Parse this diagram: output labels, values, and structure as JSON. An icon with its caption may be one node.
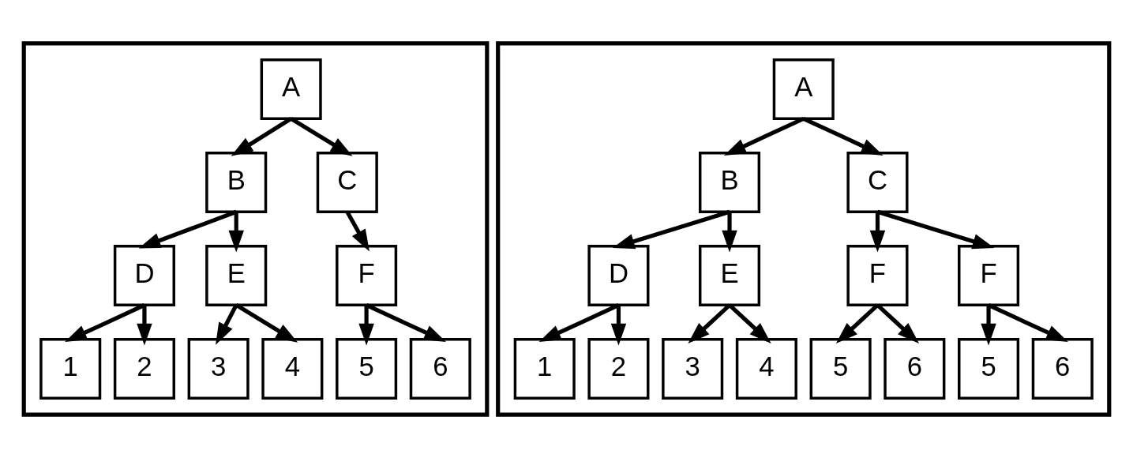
{
  "diagram": {
    "nodes": [
      {
        "text": [],
        "shape": "box"
      },
      {
        "text": [
          "A"
        ],
        "in": 0
      },
      {
        "text": [
          "B"
        ],
        "in": 0
      },
      {
        "text": [
          "C"
        ],
        "in": 0
      },
      {
        "text": [
          "D"
        ],
        "in": 0
      },
      {
        "text": [
          "E"
        ],
        "in": 0
      },
      {
        "text": [
          "F"
        ],
        "in": 0
      },
      {
        "text": [
          "1"
        ],
        "in": 0
      },
      {
        "text": [
          "2"
        ],
        "in": 0
      },
      {
        "text": [
          "3"
        ],
        "in": 0
      },
      {
        "text": [
          "4"
        ],
        "in": 0
      },
      {
        "text": [
          "5"
        ],
        "in": 0
      },
      {
        "text": [
          "6"
        ],
        "in": 0
      },
      {
        "text": [],
        "shape": "box"
      },
      {
        "text": [
          "A"
        ],
        "in": 13
      },
      {
        "text": [
          "B"
        ],
        "in": 13
      },
      {
        "text": [
          "C"
        ],
        "in": 13
      },
      {
        "text": [
          "D"
        ],
        "in": 13
      },
      {
        "text": [
          "E"
        ],
        "in": 13
      },
      {
        "text": [
          "F"
        ],
        "in": 13
      },
      {
        "text": [
          "F"
        ],
        "in": 13
      },
      {
        "text": [
          "1"
        ],
        "in": 13
      },
      {
        "text": [
          "2"
        ],
        "in": 13
      },
      {
        "text": [
          "3"
        ],
        "in": 13
      },
      {
        "text": [
          "4"
        ],
        "in": 13
      },
      {
        "text": [
          "5"
        ],
        "in": 13
      },
      {
        "text": [
          "6"
        ],
        "in": 13
      },
      {
        "text": [
          "5"
        ],
        "in": 13
      },
      {
        "text": [
          "6"
        ],
        "in": 13
      }
    ],
    "edges": [
      {
        "from": 1,
        "to": 2,
        "arrow": "to"
      },
      {
        "from": 1,
        "to": 3,
        "arrow": "to"
      },
      {
        "from": 2,
        "to": 4,
        "arrow": "to"
      },
      {
        "from": 2,
        "to": 5,
        "arrow": "to"
      },
      {
        "from": 3,
        "to": 6,
        "arrow": "to"
      },
      {
        "from": 4,
        "to": 7,
        "arrow": "to"
      },
      {
        "from": 4,
        "to": 8,
        "arrow": "to"
      },
      {
        "from": 5,
        "to": 9,
        "arrow": "to"
      },
      {
        "from": 5,
        "to": 10,
        "arrow": "to"
      },
      {
        "from": 6,
        "to": 11,
        "arrow": "to"
      },
      {
        "from": 6,
        "to": 12,
        "arrow": "to"
      },
      {
        "from": 14,
        "to": 15,
        "arrow": "to"
      },
      {
        "from": 14,
        "to": 16,
        "arrow": "to"
      },
      {
        "from": 15,
        "to": 17,
        "arrow": "to"
      },
      {
        "from": 15,
        "to": 18,
        "arrow": "to"
      },
      {
        "from": 16,
        "to": 19,
        "arrow": "to"
      },
      {
        "from": 16,
        "to": 20,
        "arrow": "to"
      },
      {
        "from": 17,
        "to": 21,
        "arrow": "to"
      },
      {
        "from": 17,
        "to": 22,
        "arrow": "to"
      },
      {
        "from": 18,
        "to": 23,
        "arrow": "to"
      },
      {
        "from": 18,
        "to": 24,
        "arrow": "to"
      },
      {
        "from": 19,
        "to": 25,
        "arrow": "to"
      },
      {
        "from": 19,
        "to": 26,
        "arrow": "to"
      },
      {
        "from": 20,
        "to": 27,
        "arrow": "to"
      },
      {
        "from": 20,
        "to": 28,
        "arrow": "to"
      }
    ]
  }
}
